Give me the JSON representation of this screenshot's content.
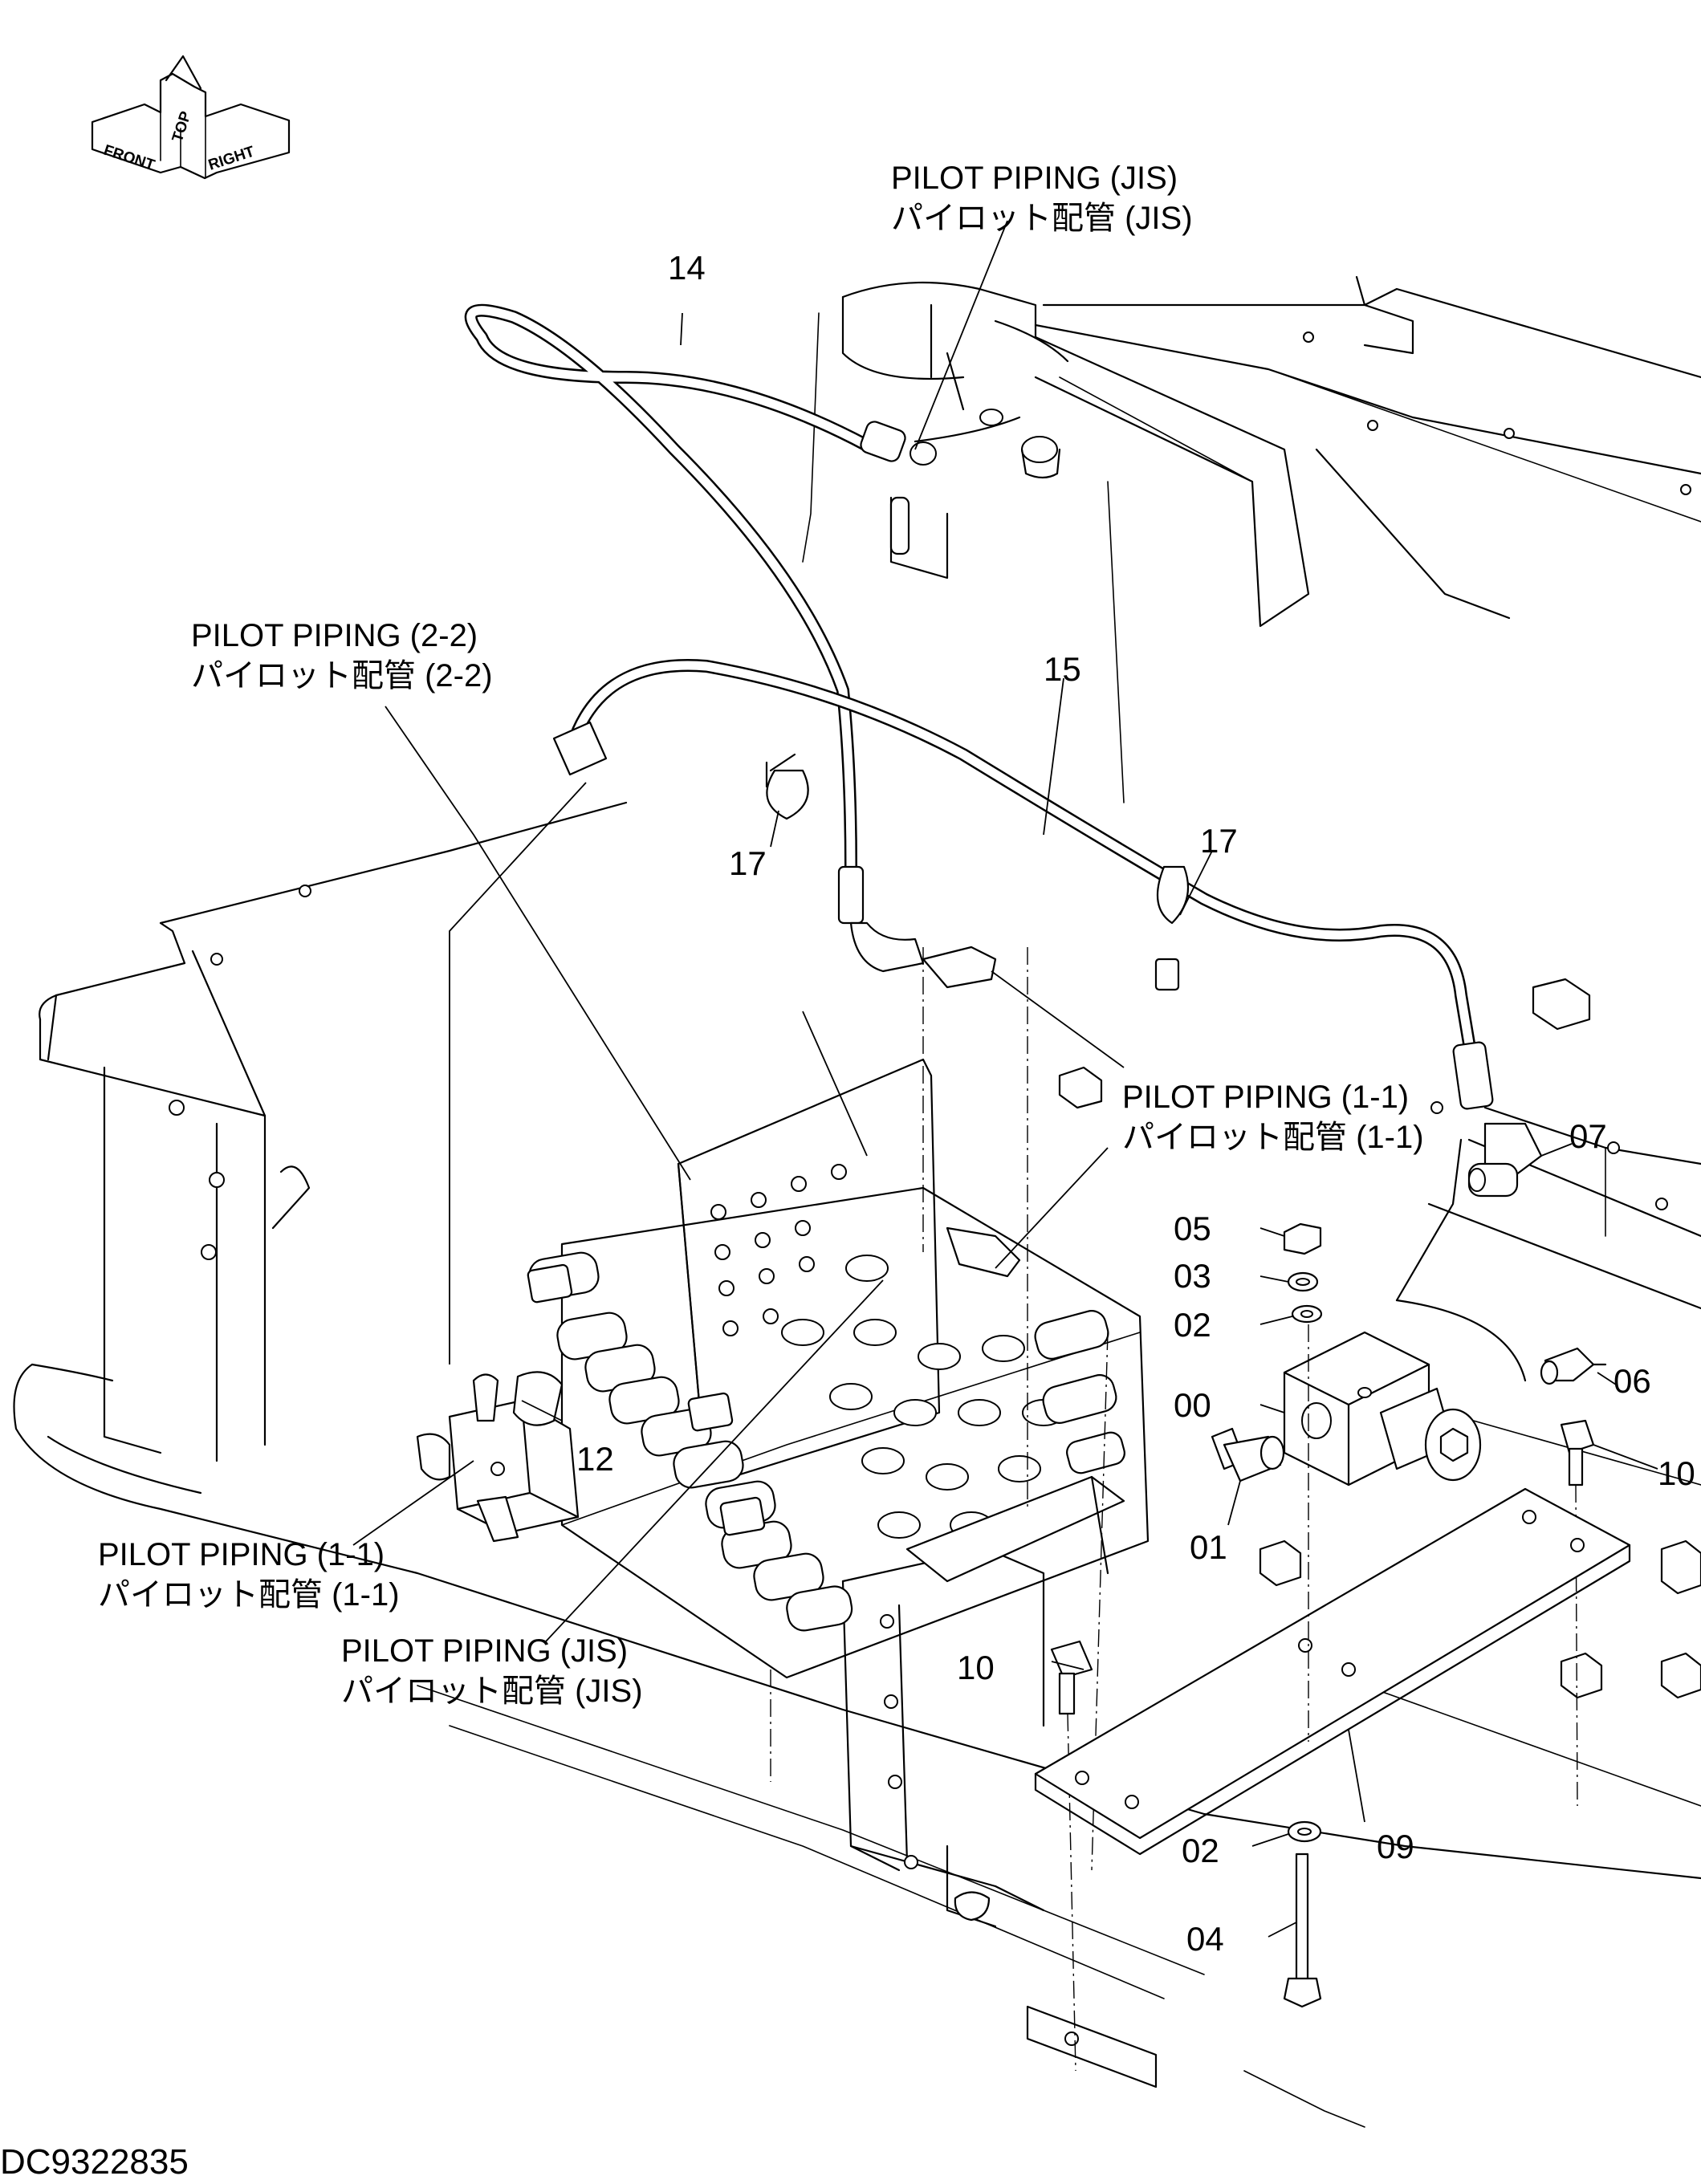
{
  "diagram": {
    "drawing_code": "DC9322835",
    "orientation_arrows": {
      "front": "FRONT",
      "top": "TOP",
      "right": "RIGHT"
    },
    "callouts": {
      "pilot_jis_top": {
        "line1": "PILOT PIPING (JIS)",
        "line2": "パイロット配管 (JIS)"
      },
      "pilot_2_2": {
        "line1": "PILOT PIPING (2-2)",
        "line2": "パイロット配管 (2-2)"
      },
      "pilot_1_1_right": {
        "line1": "PILOT PIPING (1-1)",
        "line2": "パイロット配管 (1-1)"
      },
      "pilot_1_1_left": {
        "line1": "PILOT PIPING (1-1)",
        "line2": "パイロット配管 (1-1)"
      },
      "pilot_jis_bottom": {
        "line1": "PILOT PIPING (JIS)",
        "line2": "パイロット配管 (JIS)"
      }
    },
    "part_numbers": {
      "p14": "14",
      "p15": "15",
      "p17a": "17",
      "p17b": "17",
      "p07": "07",
      "p05": "05",
      "p03": "03",
      "p02a": "02",
      "p00": "00",
      "p06": "06",
      "p10a": "10",
      "p01": "01",
      "p12": "12",
      "p10b": "10",
      "p02b": "02",
      "p09": "09",
      "p04": "04"
    }
  }
}
